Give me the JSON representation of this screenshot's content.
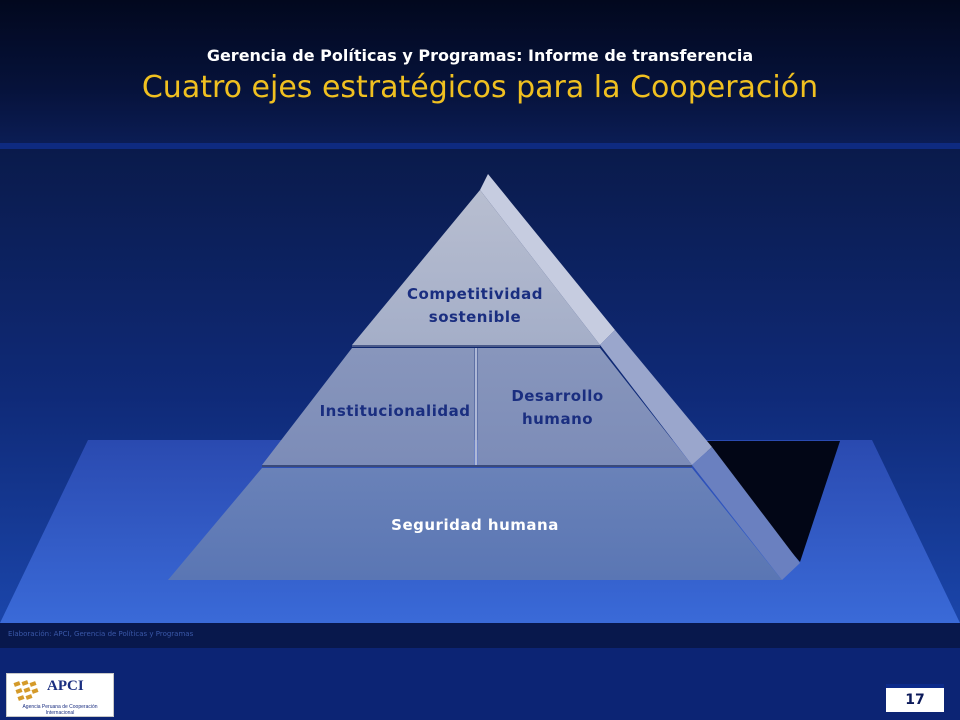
{
  "header": {
    "subtitle": "Gerencia de Políticas y Programas: Informe de transferencia",
    "title": "Cuatro ejes estratégicos para la Cooperación"
  },
  "pyramid": {
    "top": "Competitividad sostenible",
    "middle_left": "Institucionalidad",
    "middle_right": "Desarrollo humano",
    "base": "Seguridad humana"
  },
  "footer": {
    "credit": "Elaboración: APCI, Gerencia de Políticas y Programas",
    "logo_text": "APCI",
    "logo_subtext": "Agencia Peruana de Cooperación Internacional",
    "page_number": "17"
  },
  "colors": {
    "title": "#f0c020",
    "pyramid_label": "#1a2e80"
  }
}
